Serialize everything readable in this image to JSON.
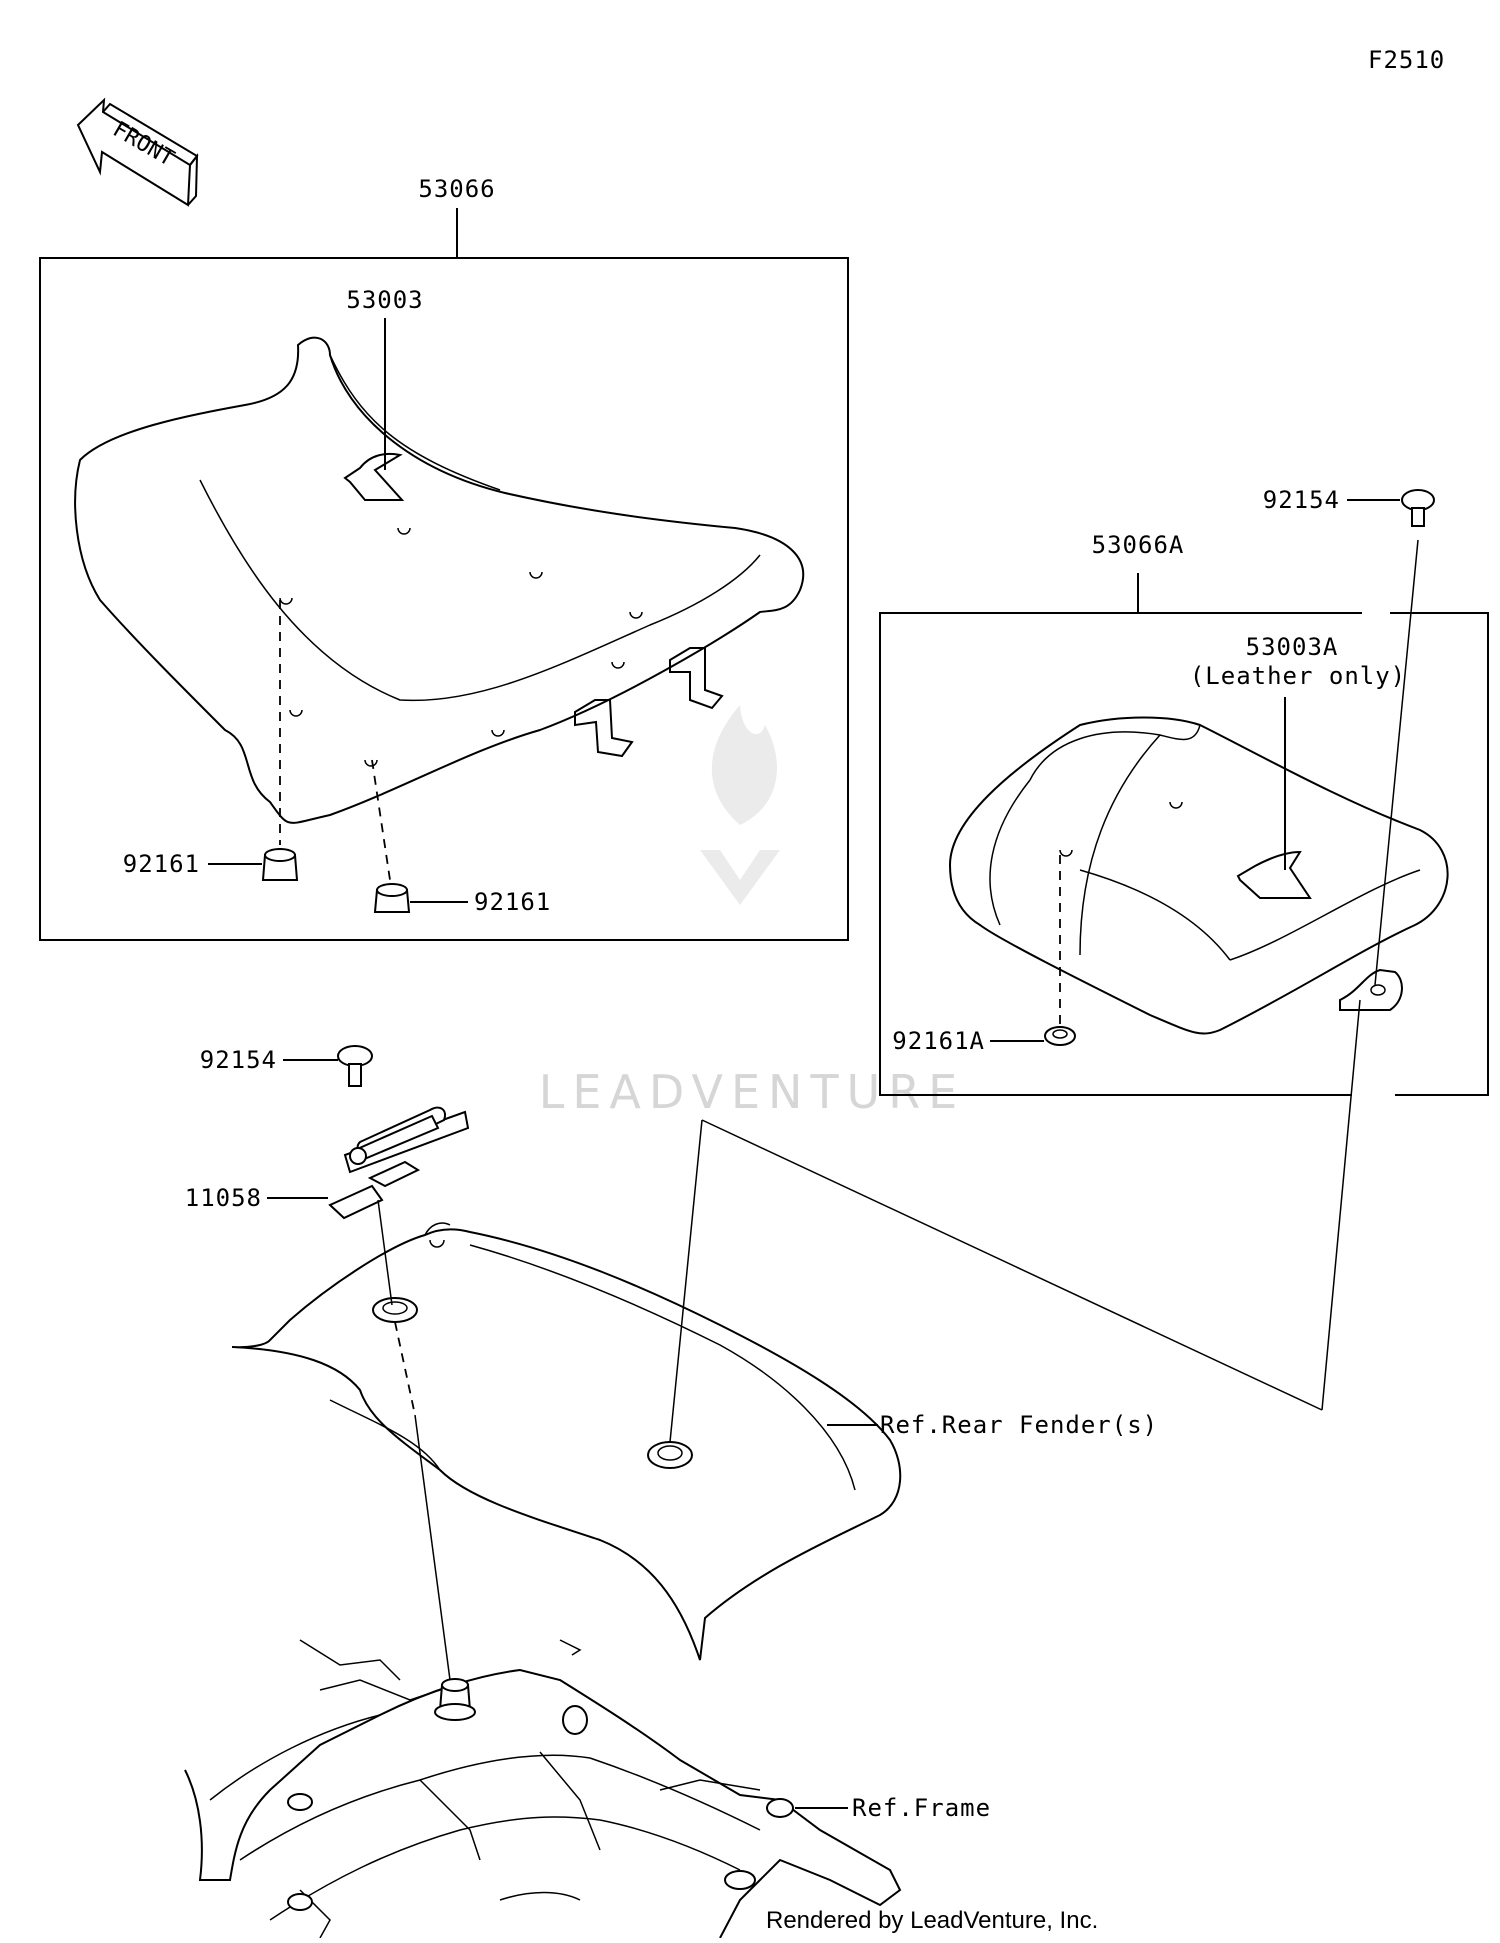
{
  "diagram": {
    "figure_id": "F2510",
    "front_arrow_label": "FRONT",
    "watermark": "LEADVENTURE",
    "footer": "Rendered by LeadVenture, Inc.",
    "parts": {
      "rider_seat_assembly": "53066",
      "rider_seat_cover": "53003",
      "rider_damper_left": "92161",
      "rider_damper_right": "92161",
      "passenger_seat_assembly": "53066A",
      "passenger_seat_cover": "53003A",
      "passenger_seat_cover_note": "(Leather only)",
      "passenger_bolt": "92154",
      "passenger_damper": "92161A",
      "bracket_bolt": "92154",
      "bracket": "11058"
    },
    "references": {
      "rear_fender": "Ref.Rear Fender(s)",
      "frame": "Ref.Frame"
    }
  }
}
